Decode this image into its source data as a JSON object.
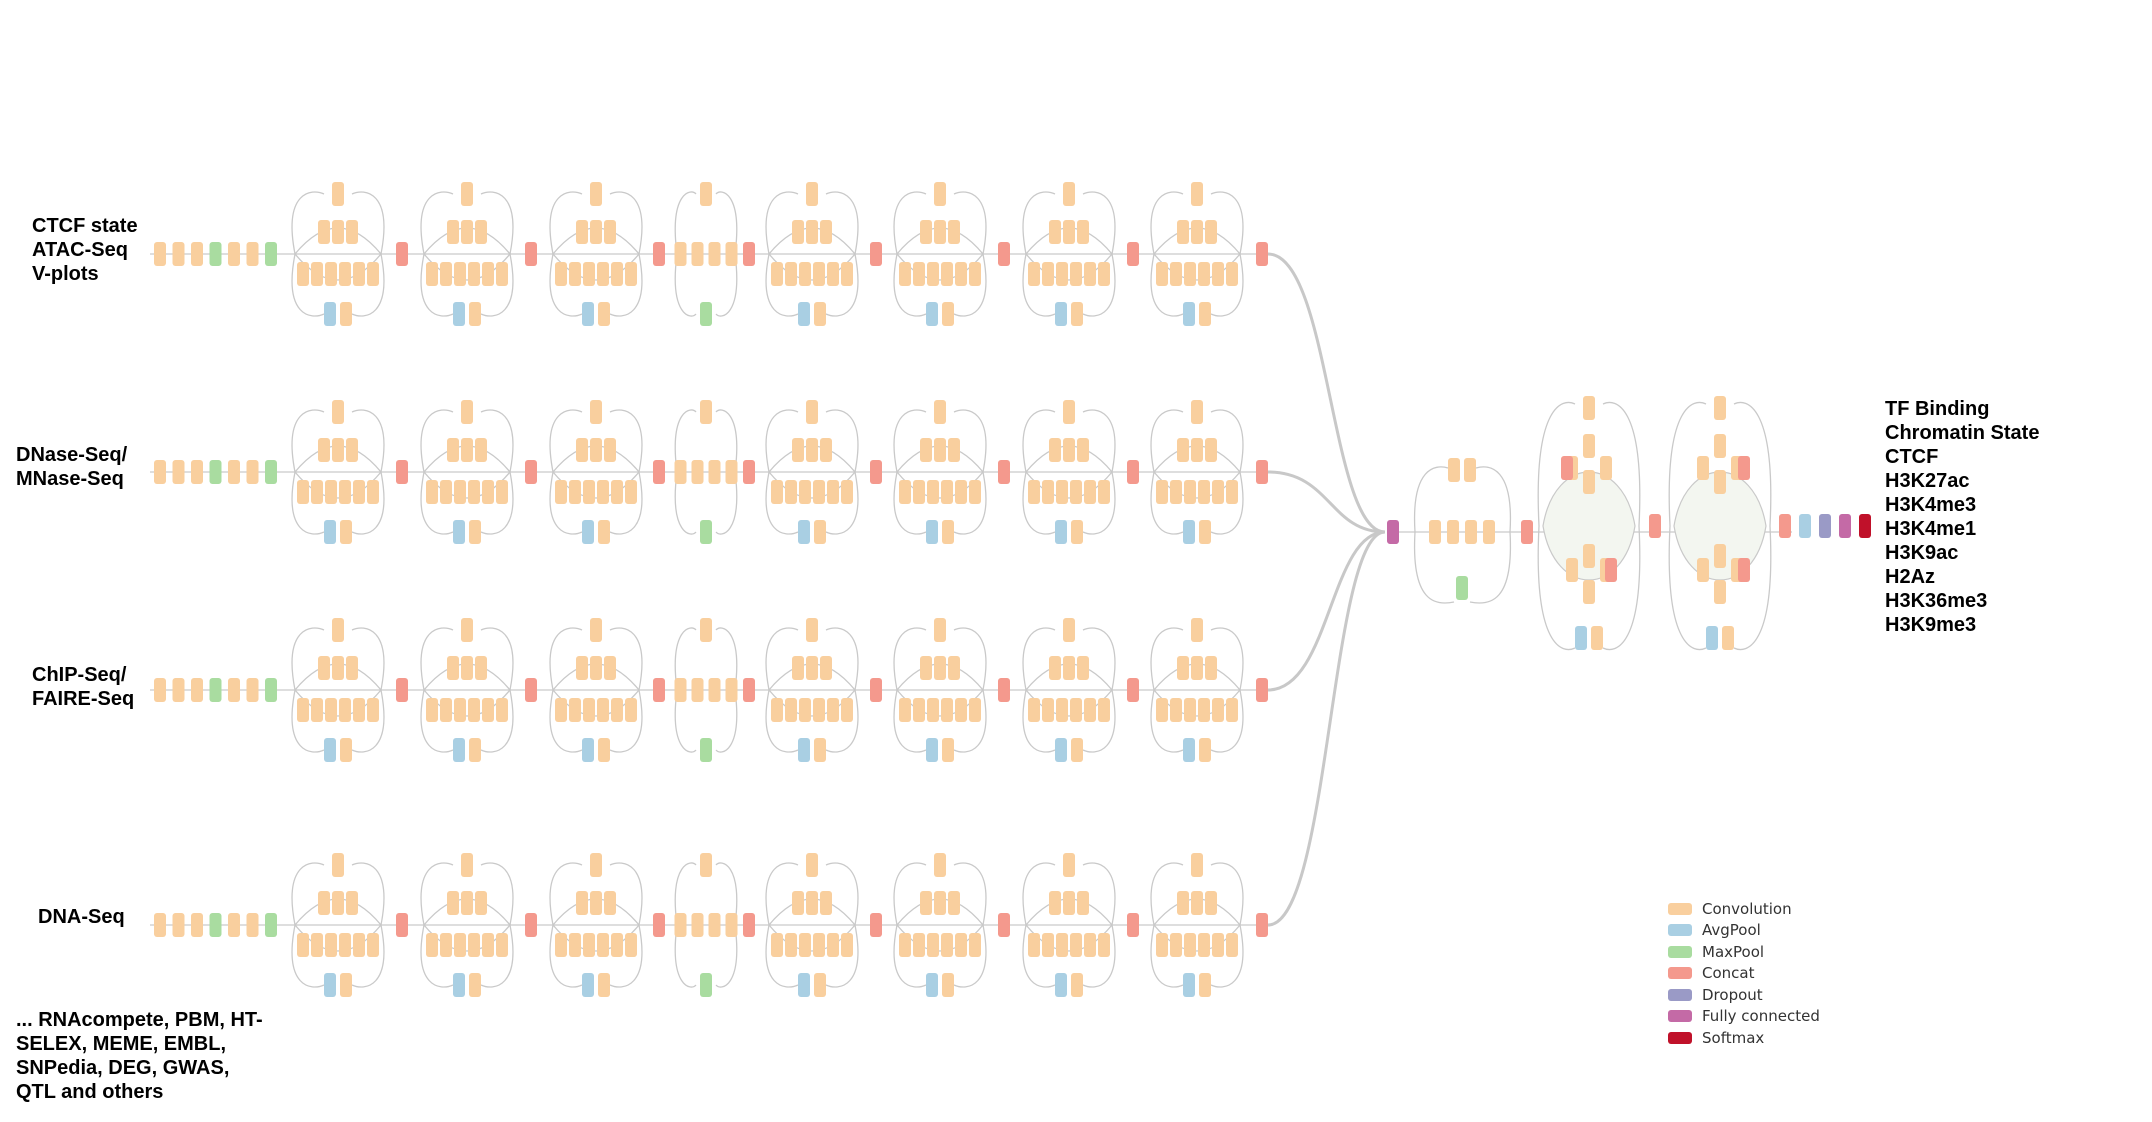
{
  "input_labels": [
    {
      "lines": [
        "CTCF state",
        "ATAC-Seq",
        "V-plots"
      ]
    },
    {
      "lines": [
        "DNase-Seq/",
        "MNase-Seq"
      ]
    },
    {
      "lines": [
        "ChIP-Seq/",
        "FAIRE-Seq"
      ]
    },
    {
      "lines": [
        "DNA-Seq"
      ]
    }
  ],
  "extra_label": [
    "... RNAcompete, PBM, HT-",
    "SELEX, MEME, EMBL,",
    "SNPedia, DEG, GWAS,",
    "QTL and others"
  ],
  "output_labels": [
    "TF Binding",
    "Chromatin State",
    "CTCF",
    "H3K27ac",
    "H3K4me3",
    "H3K4me1",
    "H3K9ac",
    "H2Az",
    "H3K36me3",
    "H3K9me3"
  ],
  "legend": [
    {
      "label": "Convolution",
      "color": "#f9cf9e"
    },
    {
      "label": "AvgPool",
      "color": "#a9cfe3"
    },
    {
      "label": "MaxPool",
      "color": "#a9dca0"
    },
    {
      "label": "Concat",
      "color": "#f4998d"
    },
    {
      "label": "Dropout",
      "color": "#9a9ac6"
    },
    {
      "label": "Fully connected",
      "color": "#c46aa6"
    },
    {
      "label": "Softmax",
      "color": "#c0112a"
    }
  ],
  "colors": {
    "convolution": "#f9cf9e",
    "avgpool": "#a9cfe3",
    "maxpool": "#a9dca0",
    "concat": "#f4998d",
    "dropout": "#9a9ac6",
    "fully_connected": "#c46aa6",
    "softmax": "#c0112a",
    "module_outline": "#c9c9c9",
    "module_fill": "#f3f6f0"
  }
}
